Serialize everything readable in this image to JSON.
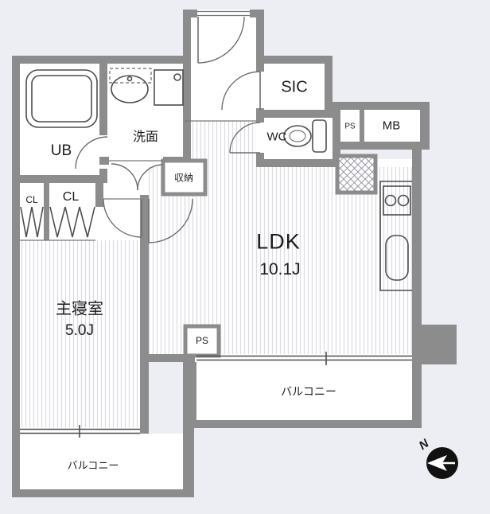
{
  "title": "apartment-floor-plan",
  "colors": {
    "background": "#EDEDF4",
    "wall": "#8C8C8C",
    "room": "#FFFFFF",
    "line": "#4D4D4D",
    "floor_stripe": "#DCDCE6",
    "text": "#1C1C1C",
    "compass_bg": "#111111",
    "compass_arrow": "#FFFFFF"
  },
  "rooms": {
    "ldk": {
      "label": "LDK",
      "size": "10.1J"
    },
    "bedroom": {
      "label": "主寝室",
      "size": "5.0J"
    },
    "sic": {
      "label": "SIC"
    },
    "washroom": {
      "label": "洗面"
    },
    "unit_bath": {
      "label": "UB"
    },
    "wc": {
      "label": "WC"
    },
    "meter_box": {
      "label": "MB"
    },
    "pipe_space_top": {
      "label": "PS"
    },
    "pipe_space_bottom": {
      "label": "PS"
    },
    "closet_left": {
      "label": "CL"
    },
    "closet_right": {
      "label": "CL"
    },
    "storage": {
      "label": "収納"
    },
    "balcony_main": {
      "label": "バルコニー"
    },
    "balcony_bedroom": {
      "label": "バルコニー"
    }
  },
  "compass": {
    "label": "N"
  }
}
